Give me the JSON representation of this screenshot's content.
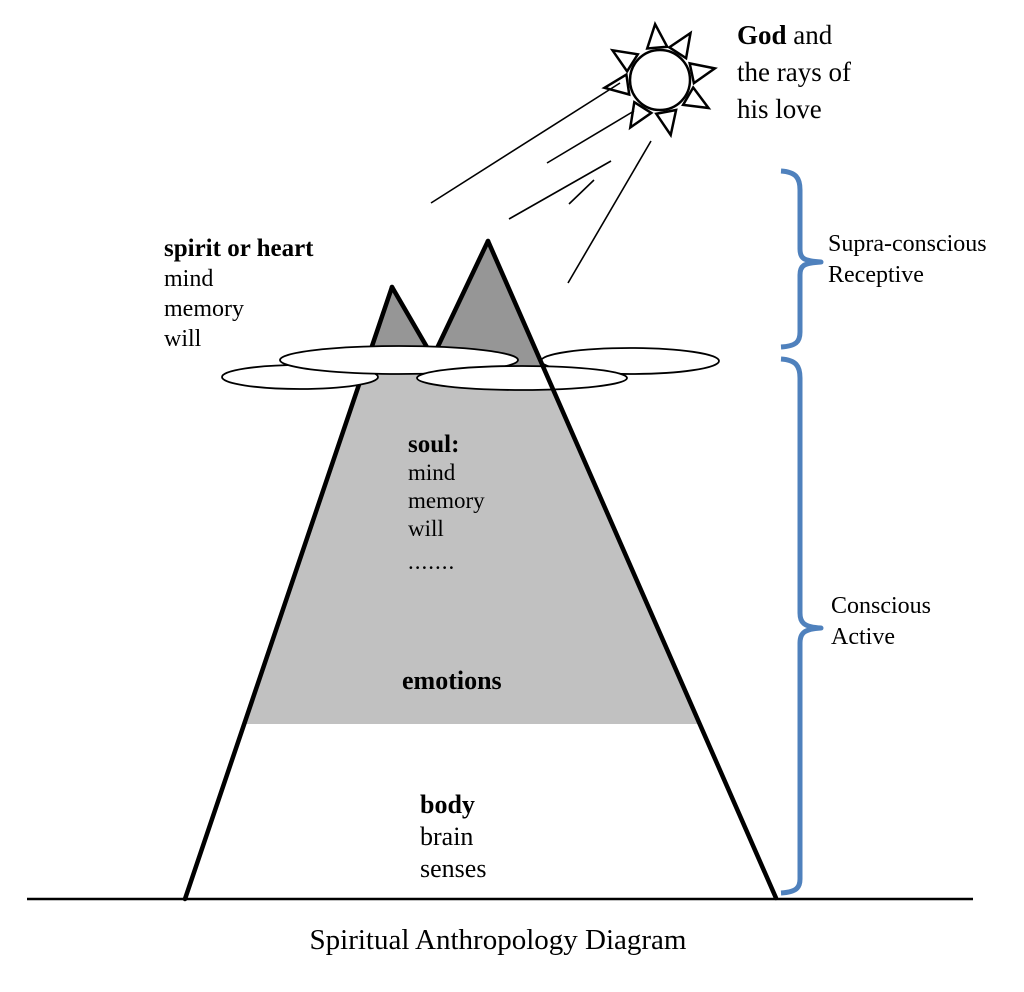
{
  "title": "Spiritual Anthropology Diagram",
  "colors": {
    "brace_blue": "#4f81bd",
    "peak_gray": "#969696",
    "soul_gray": "#c1c1c1",
    "outline": "#000000",
    "background": "#ffffff"
  },
  "sun": {
    "label_bold": "God",
    "label_line1_rest": " and",
    "label_line2": "the rays of",
    "label_line3": "his love"
  },
  "spirit": {
    "heading": "spirit or heart",
    "lines": [
      "mind",
      "memory",
      "will"
    ]
  },
  "soul": {
    "heading": "soul:",
    "lines": [
      "mind",
      "memory",
      "will"
    ],
    "dots": "......."
  },
  "emotions": {
    "label": "emotions"
  },
  "body": {
    "heading": "body",
    "lines": [
      "brain",
      "senses"
    ]
  },
  "braces": [
    {
      "label_line1": "Supra-conscious",
      "label_line2": "Receptive"
    },
    {
      "label_line1": "Conscious",
      "label_line2": "Active"
    }
  ]
}
